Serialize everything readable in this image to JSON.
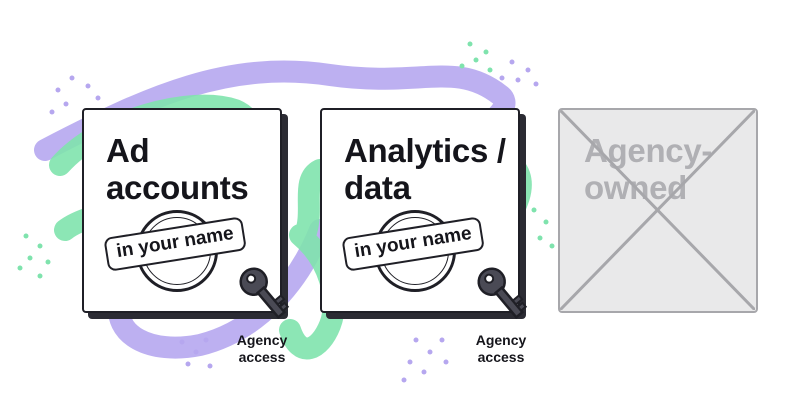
{
  "cards": [
    {
      "title_line1": "Ad",
      "title_line2": "accounts",
      "stamp": "in your name",
      "access": {
        "line1": "Agency",
        "line2": "access"
      }
    },
    {
      "title_line1": "Analytics /",
      "title_line2": "data",
      "stamp": "in your name",
      "access": {
        "line1": "Agency",
        "line2": "access"
      }
    }
  ],
  "crossed_card": {
    "title_line1": "Agency-",
    "title_line2": "owned"
  },
  "icons": {
    "key": "key-icon",
    "cross": "cross-out-icon"
  },
  "colors": {
    "green_stroke": "#7fe3ad",
    "purple_stroke": "#b6a7ef",
    "ink": "#1f1f26",
    "key_fill": "#4a4a55",
    "disabled_fill": "#e9e9ea",
    "disabled_ink": "#a7a7ab"
  }
}
